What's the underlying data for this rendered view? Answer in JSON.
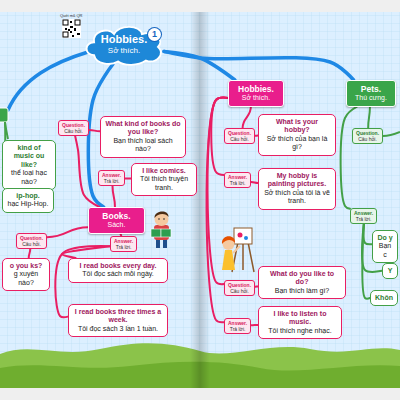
{
  "diagram": {
    "nodes": [
      {
        "text": [
          "Hobbies.",
          "Sở thích."
        ]
      },
      {
        "text": [
          "kind of music ou like?",
          "thể loại hạc nào?"
        ]
      },
      {
        "text": [
          "ip-hop.",
          "hạc Hip-Hop."
        ]
      },
      {
        "text": [
          "Books.",
          "Sách."
        ]
      },
      {
        "text": [
          "Question.",
          "Câu hỏi."
        ]
      },
      {
        "text": [
          "What kind of books do you like?",
          "Bạn thích loại sách nào?"
        ]
      },
      {
        "text": [
          "Answer.",
          "Trả lời."
        ]
      },
      {
        "text": [
          "I like comics.",
          "Tôi thích truyện tranh."
        ]
      },
      {
        "text": [
          "Question.",
          "Câu hỏi."
        ]
      },
      {
        "text": [
          "o you ks?",
          "g xuyên nào?"
        ]
      },
      {
        "text": [
          "Answer.",
          "Trả lời."
        ]
      },
      {
        "text": [
          "I read books every day.",
          "Tôi đọc sách mỗi ngày."
        ]
      },
      {
        "text": [
          "I read books three times a week.",
          "Tôi đọc sách 3 lần 1 tuần."
        ]
      },
      {
        "text": [
          "Hobbies.",
          "Sở thích."
        ]
      },
      {
        "text": [
          "Question.",
          "Câu hỏi."
        ]
      },
      {
        "text": [
          "What is your hobby?",
          "Sở thích của bạn là gì?"
        ]
      },
      {
        "text": [
          "Answer.",
          "Trả lời."
        ]
      },
      {
        "text": [
          "My hobby is painting pictures.",
          "Sở thích của tôi là vẽ tranh."
        ]
      },
      {
        "text": [
          "Question.",
          "Câu hỏi."
        ]
      },
      {
        "text": [
          "What do you like to do?",
          "Bạn thích làm gì?"
        ]
      },
      {
        "text": [
          "Answer.",
          "Trả lời."
        ]
      },
      {
        "text": [
          "I like to listen to music.",
          "Tôi thích nghe nhạc."
        ]
      },
      {
        "text": [
          "Pets.",
          "Thú cưng."
        ]
      },
      {
        "text": [
          "Question.",
          "Câu hỏi."
        ]
      },
      {
        "text": [
          "Answer.",
          "Trả lời."
        ]
      },
      {
        "text": [
          "Do y",
          "Bạn c"
        ]
      },
      {
        "text": [
          "Y"
        ]
      },
      {
        "text": [
          "Khôn"
        ]
      }
    ],
    "edges": [
      {
        "from": 0,
        "to": 3,
        "arrow": "none"
      },
      {
        "from": 0,
        "to": 13,
        "arrow": "none"
      },
      {
        "from": 0,
        "to": 22,
        "arrow": "none"
      },
      {
        "from": 3,
        "to": 4,
        "arrow": "none"
      },
      {
        "from": 4,
        "to": 5,
        "arrow": "none"
      },
      {
        "from": 3,
        "to": 6,
        "arrow": "none"
      },
      {
        "from": 6,
        "to": 7,
        "arrow": "none"
      },
      {
        "from": 3,
        "to": 8,
        "arrow": "none"
      },
      {
        "from": 8,
        "to": 9,
        "arrow": "none"
      },
      {
        "from": 3,
        "to": 10,
        "arrow": "none"
      },
      {
        "from": 10,
        "to": 11,
        "arrow": "none"
      },
      {
        "from": 10,
        "to": 12,
        "arrow": "none"
      },
      {
        "from": 13,
        "to": 14,
        "arrow": "none"
      },
      {
        "from": 14,
        "to": 15,
        "arrow": "none"
      },
      {
        "from": 13,
        "to": 16,
        "arrow": "none"
      },
      {
        "from": 16,
        "to": 17,
        "arrow": "none"
      },
      {
        "from": 13,
        "to": 18,
        "arrow": "none"
      },
      {
        "from": 18,
        "to": 19,
        "arrow": "none"
      },
      {
        "from": 13,
        "to": 20,
        "arrow": "none"
      },
      {
        "from": 20,
        "to": 21,
        "arrow": "none"
      },
      {
        "from": 22,
        "to": 23,
        "arrow": "none"
      },
      {
        "from": 22,
        "to": 24,
        "arrow": "none"
      },
      {
        "from": 24,
        "to": 25,
        "arrow": "none"
      },
      {
        "from": 24,
        "to": 26,
        "arrow": "none"
      },
      {
        "from": 24,
        "to": 27,
        "arrow": "none"
      }
    ],
    "labels": [
      "Quét mã QR",
      "1"
    ]
  }
}
